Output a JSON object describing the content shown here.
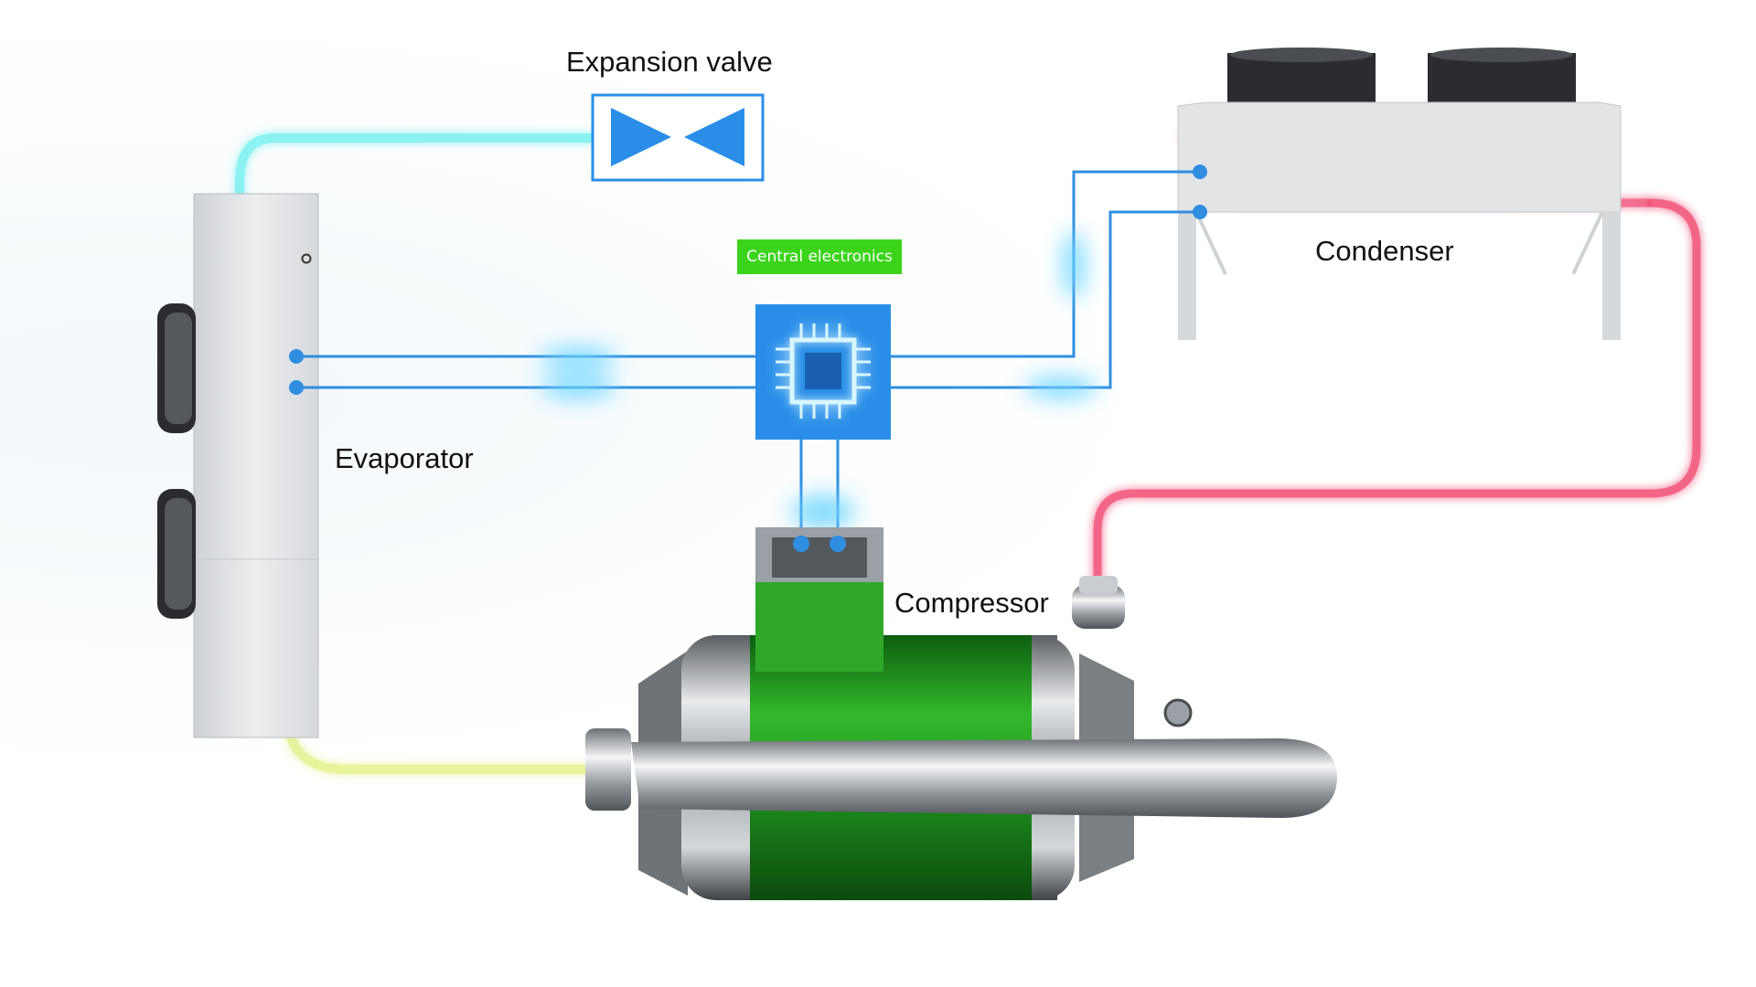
{
  "labels": {
    "expansion_valve": "Expansion valve",
    "condenser": "Condenser",
    "central_electronics": "Central electronics",
    "evaporator": "Evaporator",
    "compressor": "Compressor"
  },
  "colors": {
    "cold_loop": "#7ff0f0",
    "warm_loop": "#f59ad8",
    "hot_loop": "#f2557a",
    "suction_loop": "#e6f28a",
    "signal_wire": "#2f8ee0",
    "chip_blue": "#2a8ee8",
    "compressor_green": "#1f9a20",
    "badge_green": "#3bd41a"
  }
}
